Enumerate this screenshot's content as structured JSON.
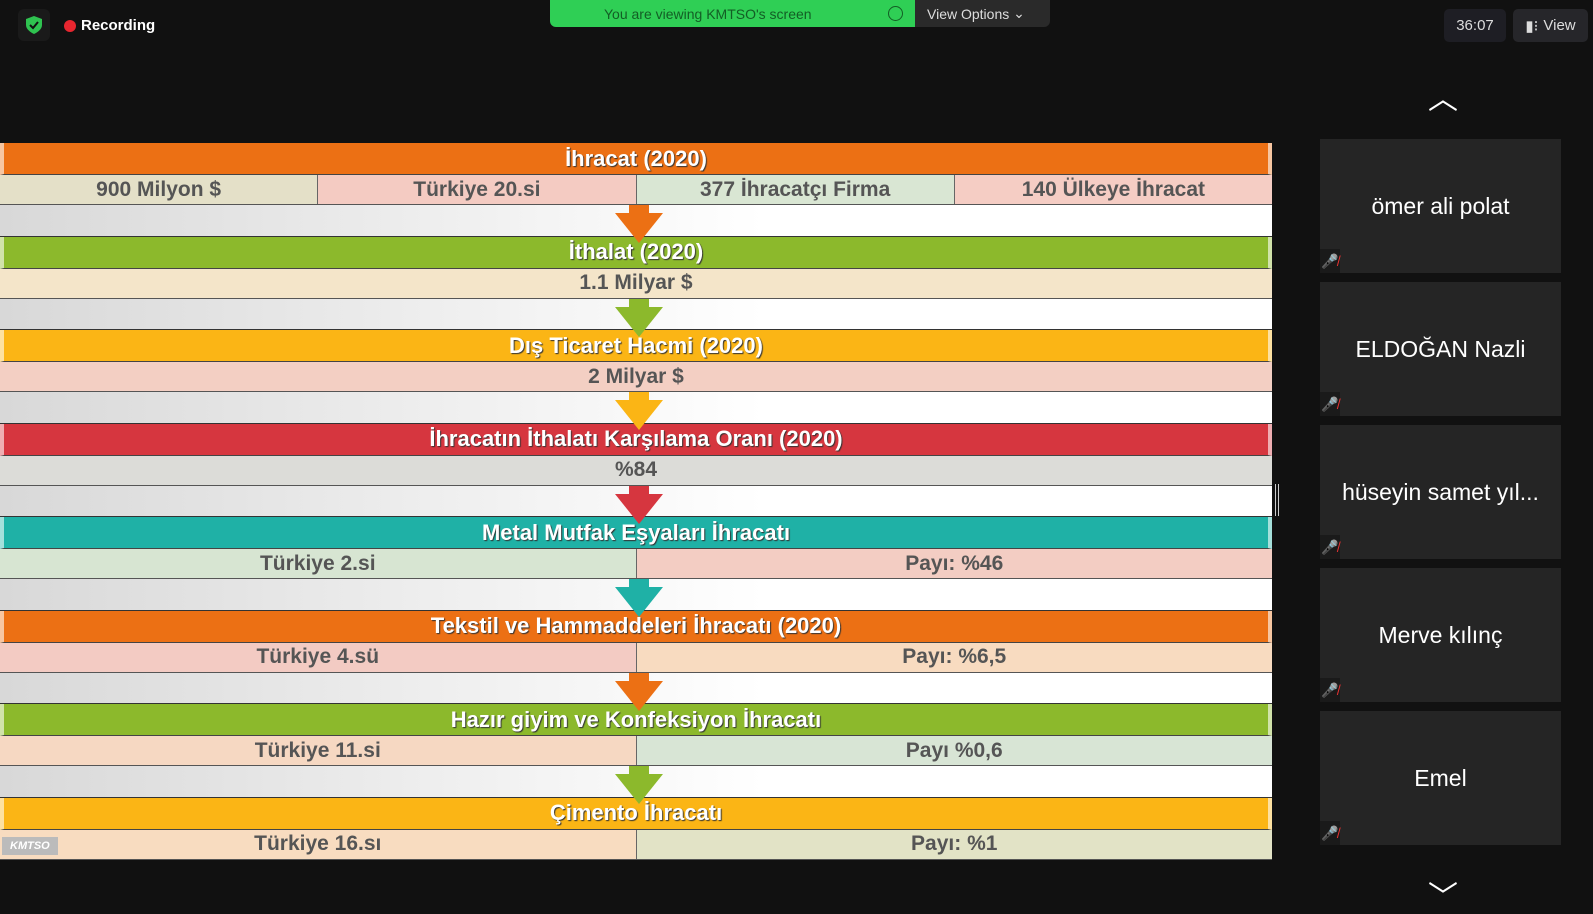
{
  "topbar": {
    "recording": "Recording",
    "banner": "You are viewing KMTSO's screen",
    "view_options": "View Options",
    "timer": "36:07",
    "view": "View"
  },
  "slide": {
    "logo": "KMTSO",
    "sections": [
      {
        "title": "İhracat (2020)",
        "color": "#ec7014",
        "cells": [
          {
            "text": "900 Milyon $",
            "bg": "#e4e0c8"
          },
          {
            "text": "Türkiye 20.si",
            "bg": "#f4cbc2"
          },
          {
            "text": "377 İhracatçı Firma",
            "bg": "#d9e6d3"
          },
          {
            "text": "140 Ülkeye İhracat",
            "bg": "#f5cdc4"
          }
        ]
      },
      {
        "title": "İthalat (2020)",
        "color": "#8cb92c",
        "cells": [
          {
            "text": "1.1 Milyar $",
            "bg": "#f4e5c9"
          }
        ]
      },
      {
        "title": "Dış Ticaret Hacmi (2020)",
        "color": "#fbb515",
        "cells": [
          {
            "text": "2 Milyar $",
            "bg": "#f3cfc3"
          }
        ]
      },
      {
        "title": "İhracatın İthalatı Karşılama Oranı (2020)",
        "color": "#d6363f",
        "cells": [
          {
            "text": "%84",
            "bg": "#dcdcd8"
          }
        ]
      },
      {
        "title": "Metal Mutfak Eşyaları İhracatı",
        "color": "#1fb1a6",
        "cells": [
          {
            "text": "Türkiye 2.si",
            "bg": "#d7e5d2"
          },
          {
            "text": "Payı: %46",
            "bg": "#f3cdc3"
          }
        ]
      },
      {
        "title": "Tekstil ve Hammaddeleri İhracatı (2020)",
        "color": "#ec7014",
        "cells": [
          {
            "text": "Türkiye 4.sü",
            "bg": "#f3cbc3"
          },
          {
            "text": "Payı: %6,5",
            "bg": "#f8dbc0"
          }
        ]
      },
      {
        "title": "Hazır giyim ve Konfeksiyon İhracatı",
        "color": "#8cb92c",
        "cells": [
          {
            "text": "Türkiye 11.si",
            "bg": "#f6d8c2"
          },
          {
            "text": "Payı %0,6",
            "bg": "#d8e5d5"
          }
        ]
      },
      {
        "title": "Çimento İhracatı",
        "color": "#fbb515",
        "cells": [
          {
            "text": "Türkiye 16.sı",
            "bg": "#f8dcc0"
          },
          {
            "text": "Payı: %1",
            "bg": "#e2e3c6"
          }
        ]
      }
    ]
  },
  "participants": [
    "ömer ali polat",
    "ELDOĞAN Nazli",
    "hüseyin samet yıl...",
    "Merve kılınç",
    "Emel"
  ]
}
